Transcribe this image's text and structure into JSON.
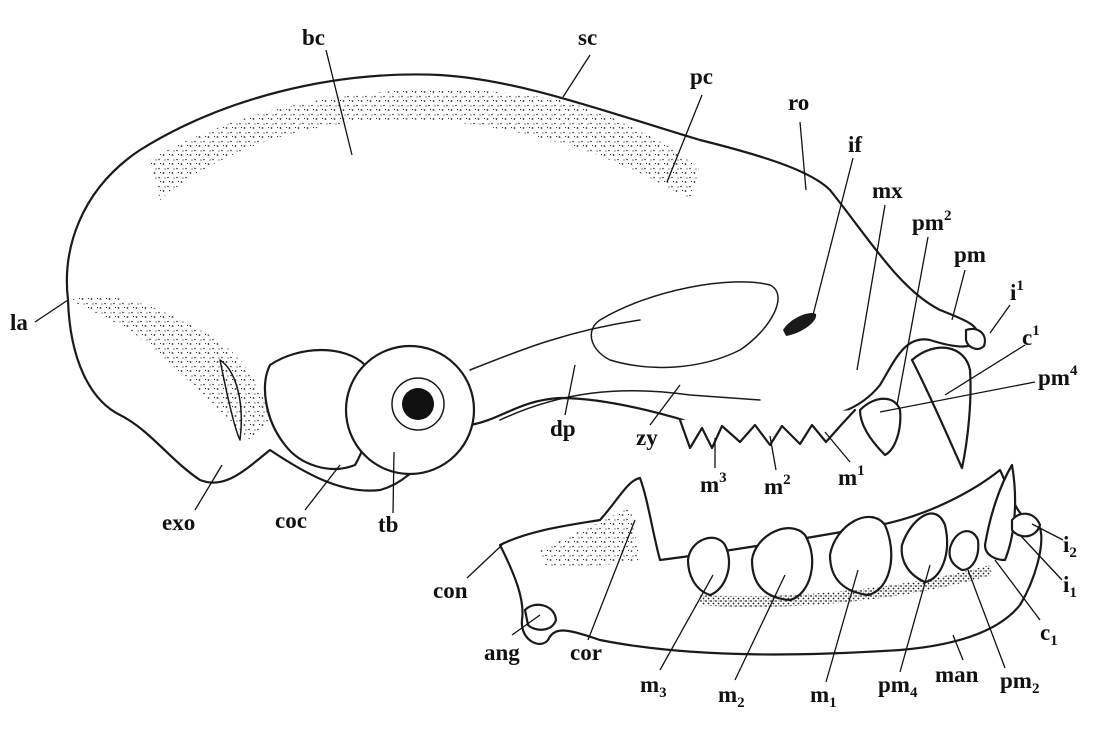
{
  "colors": {
    "ink": "#1a1a1a",
    "paper": "#ffffff",
    "stipple": "#2b2b2b"
  },
  "labels": {
    "bc": {
      "base": "bc"
    },
    "sc": {
      "base": "sc"
    },
    "pc": {
      "base": "pc"
    },
    "ro": {
      "base": "ro"
    },
    "if": {
      "base": "if"
    },
    "mx": {
      "base": "mx"
    },
    "pm2_upper": {
      "base": "pm",
      "sup": "2"
    },
    "pm": {
      "base": "pm"
    },
    "i1_upper": {
      "base": "i",
      "sup": "1"
    },
    "c1_upper": {
      "base": "c",
      "sup": "1"
    },
    "pm4_upper": {
      "base": "pm",
      "sup": "4"
    },
    "la": {
      "base": "la"
    },
    "exo": {
      "base": "exo"
    },
    "coc": {
      "base": "coc"
    },
    "tb": {
      "base": "tb"
    },
    "dp": {
      "base": "dp"
    },
    "zy": {
      "base": "zy"
    },
    "m3_upper": {
      "base": "m",
      "sup": "3"
    },
    "m2_upper": {
      "base": "m",
      "sup": "2"
    },
    "m1_upper": {
      "base": "m",
      "sup": "1"
    },
    "i2_lower": {
      "base": "i",
      "sub": "2"
    },
    "i1_lower": {
      "base": "i",
      "sub": "1"
    },
    "c1_lower": {
      "base": "c",
      "sub": "1"
    },
    "con": {
      "base": "con"
    },
    "ang": {
      "base": "ang"
    },
    "cor": {
      "base": "cor"
    },
    "m3_lower": {
      "base": "m",
      "sub": "3"
    },
    "m2_lower": {
      "base": "m",
      "sub": "2"
    },
    "m1_lower": {
      "base": "m",
      "sub": "1"
    },
    "pm4_lower": {
      "base": "pm",
      "sub": "4"
    },
    "man": {
      "base": "man"
    },
    "pm2_lower": {
      "base": "pm",
      "sub": "2"
    }
  }
}
